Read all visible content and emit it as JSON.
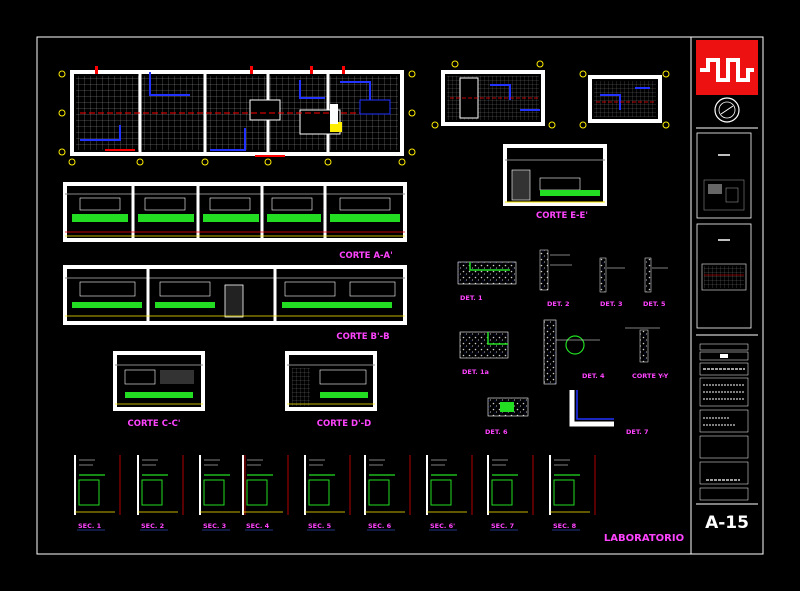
{
  "sheet": {
    "project_title": "LABORATORIO",
    "sheet_number": "A-15",
    "colors": {
      "background": "#000000",
      "frame": "#ffffff",
      "label": "#ff44ff",
      "sublabel": "#4466ff",
      "wall": "#ffffff",
      "pipe_red": "#ff0000",
      "pipe_blue": "#2233ff",
      "fill_green": "#22dd22",
      "accent_yellow": "#ffee00",
      "logo_red": "#ee1111"
    }
  },
  "views": {
    "corte_aa": "CORTE A-A'",
    "corte_bb": "CORTE B'-B",
    "corte_cc": "CORTE C-C'",
    "corte_dd": "CORTE D'-D",
    "corte_ee": "CORTE E-E'"
  },
  "details": {
    "det1": "DET. 1",
    "det1a": "DET. 1a",
    "det2": "DET. 2",
    "det3": "DET. 3",
    "det4": "DET. 4",
    "det5": "DET. 5",
    "det6": "DET. 6",
    "det7": "DET. 7",
    "cortey": "CORTE Y-Y"
  },
  "sections": [
    {
      "label": "SEC. 1"
    },
    {
      "label": "SEC. 2"
    },
    {
      "label": "SEC. 3"
    },
    {
      "label": "SEC. 4"
    },
    {
      "label": "SEC. 5"
    },
    {
      "label": "SEC. 6"
    },
    {
      "label": "SEC. 6'"
    },
    {
      "label": "SEC. 7"
    },
    {
      "label": "SEC. 8"
    }
  ]
}
